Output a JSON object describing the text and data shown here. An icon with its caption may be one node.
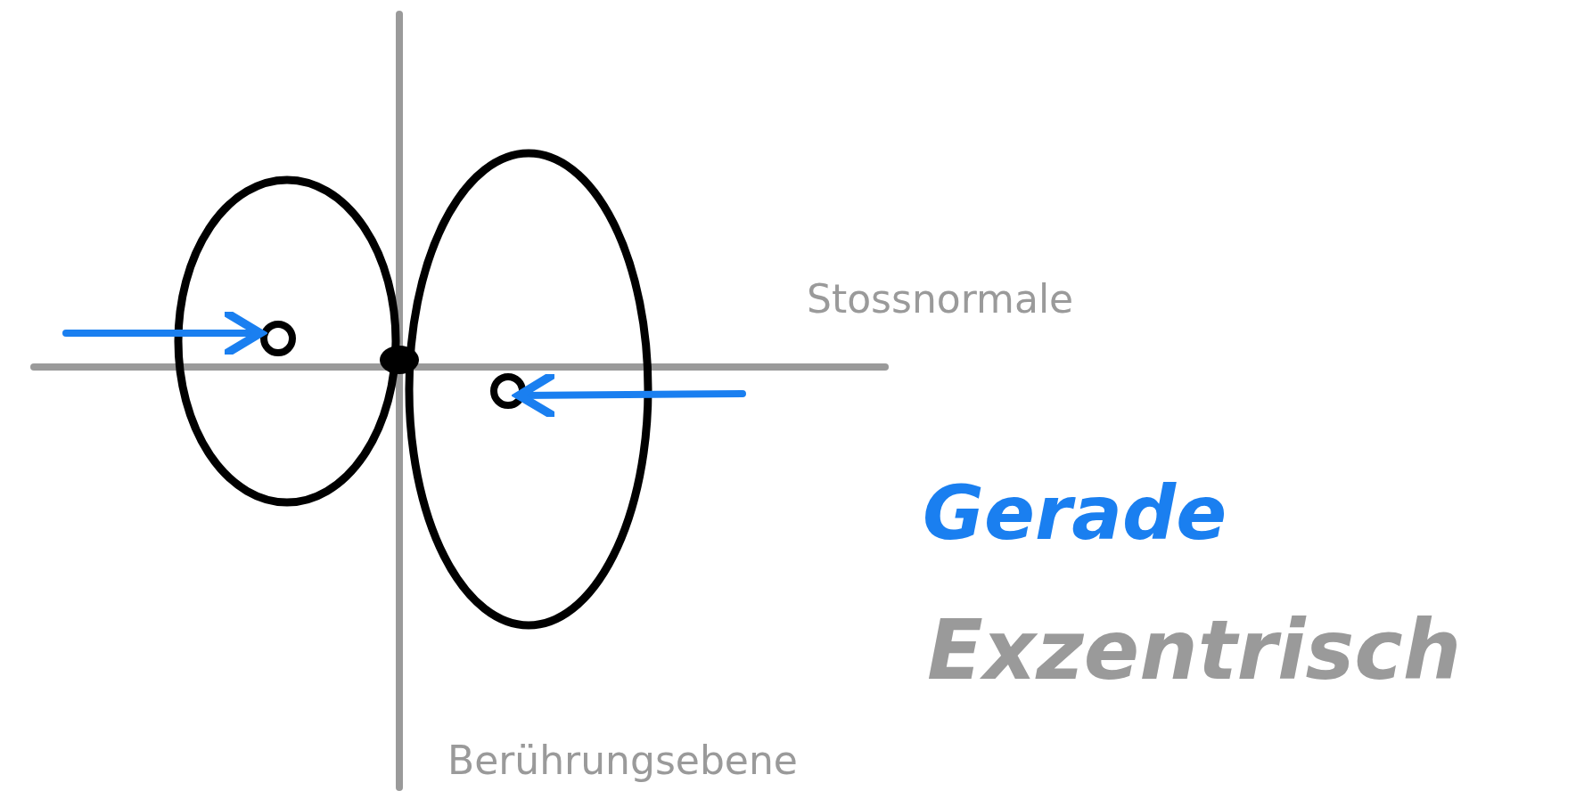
{
  "diagram": {
    "labels": [
      "Stossnormale",
      "Berührungsebene",
      "Gerade",
      "Exzentrisch"
    ]
  }
}
